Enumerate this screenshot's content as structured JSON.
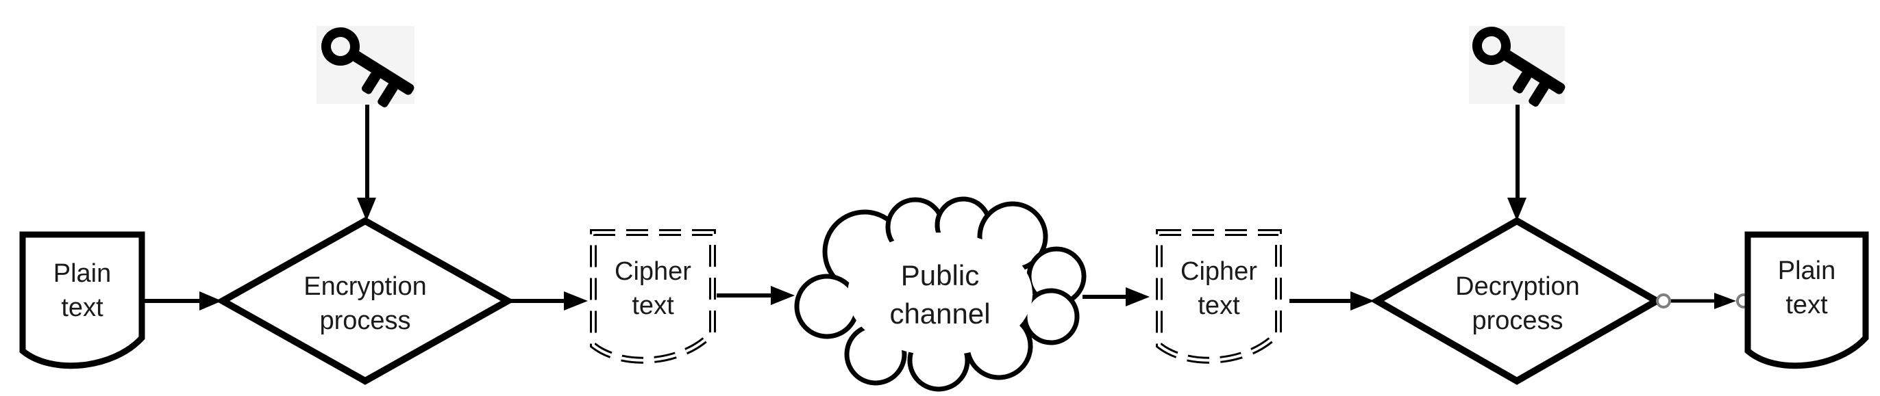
{
  "colors": {
    "background": "#ffffff",
    "line": "#000000",
    "text": "#1a1a1a",
    "key_panel": "#f4f4f4",
    "connector_node": "#7f7f7f"
  },
  "nodes": {
    "plain_text_source": {
      "label": "Plain text",
      "shape": "document"
    },
    "encryption_process": {
      "label": "Encryption process",
      "shape": "decision-diamond"
    },
    "cipher_text_after_encryption": {
      "label": "Cipher text",
      "shape": "document-dashed"
    },
    "public_channel": {
      "label": "Public channel",
      "shape": "cloud"
    },
    "cipher_text_before_decryption": {
      "label": "Cipher text",
      "shape": "document-dashed"
    },
    "decryption_process": {
      "label": "Decryption process",
      "shape": "decision-diamond"
    },
    "plain_text_output": {
      "label": "Plain text",
      "shape": "document"
    }
  },
  "icons": {
    "encryption_key": "key-icon",
    "decryption_key": "key-icon"
  },
  "edges": [
    {
      "from": "plain_text_source",
      "to": "encryption_process"
    },
    {
      "from": "encryption_key",
      "to": "encryption_process"
    },
    {
      "from": "encryption_process",
      "to": "cipher_text_after_encryption"
    },
    {
      "from": "cipher_text_after_encryption",
      "to": "public_channel"
    },
    {
      "from": "public_channel",
      "to": "cipher_text_before_decryption"
    },
    {
      "from": "cipher_text_before_decryption",
      "to": "decryption_process"
    },
    {
      "from": "decryption_key",
      "to": "decryption_process"
    },
    {
      "from": "decryption_process",
      "to": "plain_text_output"
    }
  ]
}
